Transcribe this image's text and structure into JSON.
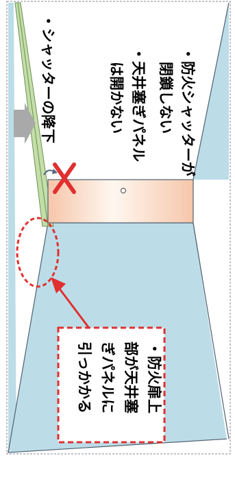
{
  "colors": {
    "wall": "#bcdde8",
    "panel": "#c3dea8",
    "door_edge": "#f6c6aa",
    "door_center": "#fff7f0",
    "callout": "#e03030",
    "arrow": "#e03030",
    "gray_arrow": "#a9a9a9",
    "outline": "#506070",
    "frame_dash": "#808890"
  },
  "icons": {
    "cross": "red-x-icon",
    "rotation": "curved-arrow-icon",
    "down": "gray-arrow-icon"
  },
  "labels": {
    "shutter_drop": "・シャッターの降下",
    "ceiling_panel": [
      "・天井塞ぎパネル",
      "は開かない"
    ],
    "fire_shutter": [
      "・防火シャッターが",
      "閉鎖しない"
    ],
    "door_callout": [
      "・防火扉上",
      "部が天井塞",
      "ぎパネルに",
      "引っかかる"
    ]
  }
}
